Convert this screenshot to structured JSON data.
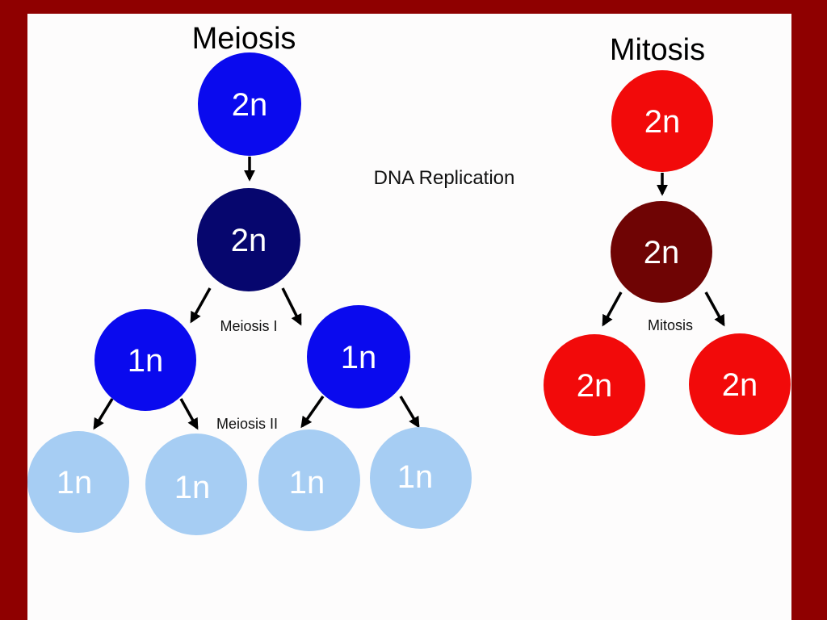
{
  "meiosis": {
    "title": "Meiosis",
    "parent_cell": "2n",
    "replicated_cell": "2n",
    "stage_1": "Meiosis I",
    "stage_2": "Meiosis II",
    "daughter_cells": [
      "1n",
      "1n"
    ],
    "gamete_cells": [
      "1n",
      "1n",
      "1n",
      "1n"
    ]
  },
  "mitosis": {
    "title": "Mitosis",
    "parent_cell": "2n",
    "replicated_cell": "2n",
    "stage": "Mitosis",
    "daughter_cells": [
      "2n",
      "2n"
    ]
  },
  "dna_replication_label": "DNA Replication",
  "colors": {
    "frame": "#8f0000",
    "background": "#fdfcfc",
    "meiosis_cell": "#0a0aee",
    "meiosis_replicated_cell": "#06066e",
    "meiosis_gamete": "#a6cdf3",
    "mitosis_cell": "#f20a0a",
    "mitosis_replicated_cell": "#6f0404"
  }
}
